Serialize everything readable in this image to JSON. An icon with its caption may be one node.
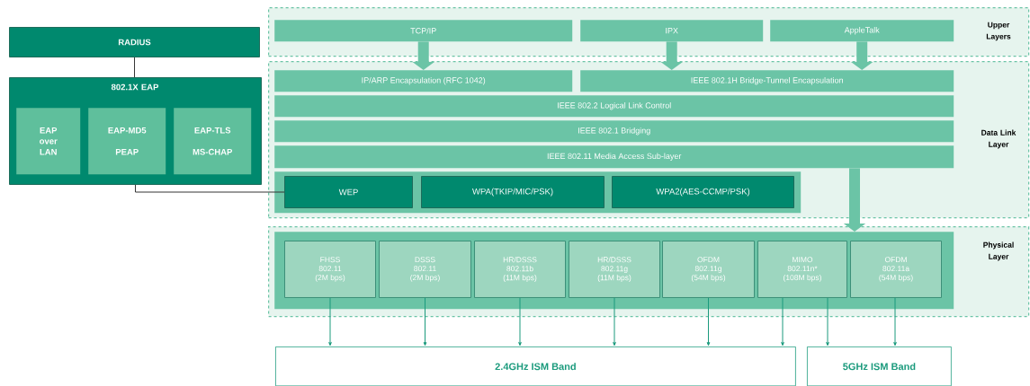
{
  "diagram": {
    "nodes": [
      {
        "text": [
          "Upper Layers"
        ]
      },
      {
        "text": [
          "TCP/IP"
        ],
        "in": 0
      },
      {
        "text": [
          "IPX"
        ],
        "in": 0
      },
      {
        "text": [
          "AppleTalk"
        ],
        "in": 0
      },
      {
        "text": [
          "Data Link Layer"
        ]
      },
      {
        "text": [
          "IP/ARP Encapsulation (RFC 1042)"
        ],
        "in": 4
      },
      {
        "text": [
          "IEEE 802.1H Bridge-Tunnel Encapsulation"
        ],
        "in": 4
      },
      {
        "text": [
          "IEEE 802.2 Logical Link Control"
        ],
        "in": 4
      },
      {
        "text": [
          "IEEE 802.1 Bridging"
        ],
        "in": 4
      },
      {
        "text": [
          "IEEE 802.11 Media Access Sub-layer"
        ],
        "in": 4
      },
      {
        "text": [],
        "shape": "box",
        "in": 4
      },
      {
        "text": [
          "WEP"
        ],
        "in": 10
      },
      {
        "text": [
          "WPA(TKIP/MIC/PSK)"
        ],
        "in": 10
      },
      {
        "text": [
          "WPA2(AES-CCMP/PSK)"
        ],
        "in": 10
      },
      {
        "text": [
          "Physical Layer"
        ]
      },
      {
        "text": [],
        "shape": "box",
        "in": 14
      },
      {
        "text": [
          "FHSS",
          "802.11",
          "(2M bps)"
        ],
        "in": 15
      },
      {
        "text": [
          "DSSS",
          "802.11",
          "(2M bps)"
        ],
        "in": 15
      },
      {
        "text": [
          "HR/DSSS",
          "802.11b",
          "(11M bps)"
        ],
        "in": 15
      },
      {
        "text": [
          "HR/DSSS",
          "802.11g",
          "(11M bps)"
        ],
        "in": 15
      },
      {
        "text": [
          "OFDM",
          "802.11g",
          "(54M bps)"
        ],
        "in": 15
      },
      {
        "text": [
          "MIMO",
          "802.11n*",
          "(108M bps)"
        ],
        "in": 15
      },
      {
        "text": [
          "OFDM",
          "802.11a",
          "(54M bps)"
        ],
        "in": 15
      },
      {
        "text": [
          "RADIUS"
        ]
      },
      {
        "text": [
          "802.1X EAP"
        ]
      },
      {
        "text": [
          "EAP over LAN"
        ],
        "in": 24
      },
      {
        "text": [
          "EAP-MD5",
          "PEAP"
        ],
        "in": 24
      },
      {
        "text": [
          "EAP-TLS",
          "MS-CHAP"
        ],
        "in": 24
      },
      {
        "text": [
          "2.4GHz ISM Band"
        ]
      },
      {
        "text": [
          "5GHz ISM Band"
        ]
      }
    ],
    "edges": [
      {
        "from": 1,
        "to": 5,
        "arrow": "to",
        "style": "thick",
        "color": "#6bc4a6"
      },
      {
        "from": 2,
        "to": 6,
        "arrow": "to",
        "style": "thick",
        "color": "#6bc4a6"
      },
      {
        "from": 3,
        "to": 6,
        "arrow": "to",
        "style": "thick",
        "color": "#6bc4a6"
      },
      {
        "from": 9,
        "to": 15,
        "arrow": "to",
        "style": "thick",
        "color": "#6bc4a6"
      },
      {
        "from": 23,
        "to": 24,
        "arrow": "none",
        "color": "#333333"
      },
      {
        "from": 24,
        "to": 11,
        "arrow": "none",
        "color": "#333333"
      },
      {
        "from": 16,
        "to": 28,
        "arrow": "to"
      },
      {
        "from": 17,
        "to": 28,
        "arrow": "to"
      },
      {
        "from": 18,
        "to": 28,
        "arrow": "to"
      },
      {
        "from": 19,
        "to": 28,
        "arrow": "to"
      },
      {
        "from": 20,
        "to": 28,
        "arrow": "to"
      },
      {
        "from": 21,
        "to": 28,
        "arrow": "to"
      },
      {
        "from": 21,
        "to": 29,
        "arrow": "to"
      },
      {
        "from": 22,
        "to": 29,
        "arrow": "to"
      }
    ]
  }
}
